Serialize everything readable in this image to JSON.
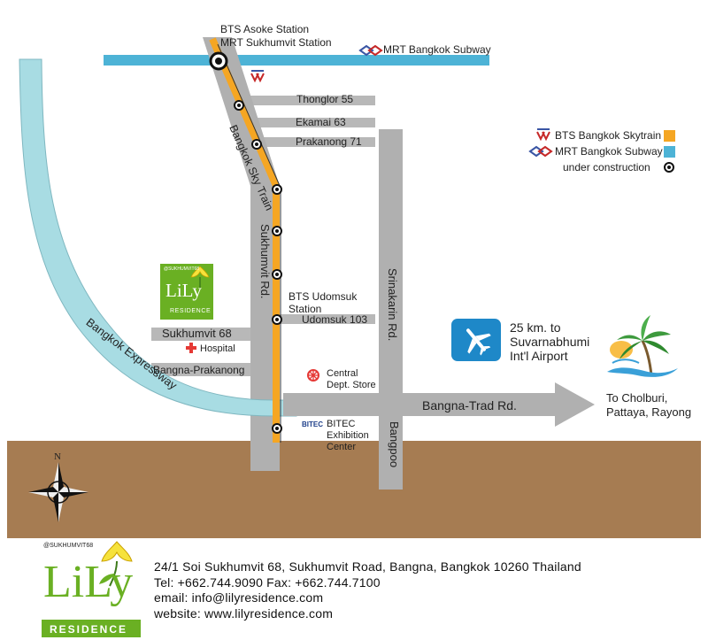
{
  "map": {
    "stations": {
      "asoke": "BTS Asoke Station",
      "sukhumvit": "MRT Sukhumvit Station",
      "udomsuk_1": "BTS Udomsuk",
      "udomsuk_2": "Station"
    },
    "subway_label": "MRT Bangkok Subway",
    "skytrain_label": "Bangkok Sky Train",
    "roads": {
      "thonglor": "Thonglor 55",
      "ekamai": "Ekamai 63",
      "prakanong": "Prakanong 71",
      "udomsuk": "Udomsuk 103",
      "sukhumvit_rd": "Sukhumvit Rd.",
      "srinakarin_rd": "Srinakarin Rd.",
      "sukhumvit68": "Sukhumvit 68",
      "bangna_prakanong": "Bangna-Prakanong",
      "bangna_trad": "Bangna-Trad Rd.",
      "bangpoo": "Bangpoo",
      "expressway": "Bangkok Expressway"
    },
    "landmarks": {
      "hospital": "Hospital",
      "central_1": "Central",
      "central_2": "Dept. Store",
      "bitec_logo": "BITEC",
      "bitec_1": "BITEC",
      "bitec_2": "Exhibition",
      "bitec_3": "Center"
    },
    "airport": {
      "line1": "25 km. to",
      "line2": "Suvarnabhumi",
      "line3": "Int'l Airport"
    },
    "destination": {
      "line1": "To Cholburi,",
      "line2": "Pattaya, Rayong"
    },
    "legend": {
      "skytrain": "BTS Bangkok Skytrain",
      "subway": "MRT Bangkok Subway",
      "construction": "under construction"
    },
    "compass_n": "N"
  },
  "logo_small": {
    "tag": "@SUKHUMVIT68",
    "name": "LiLy",
    "sub": "RESIDENCE"
  },
  "footer": {
    "logo_tag": "@SUKHUMVIT68",
    "logo_name": "LiLy",
    "logo_sub": "RESIDENCE",
    "address": "24/1 Soi Sukhumvit 68, Sukhumvit Road, Bangna, Bangkok 10260 Thailand",
    "tel": "Tel: +662.744.9090  Fax: +662.744.7100",
    "email": "email: info@lilyresidence.com",
    "website": "website: www.lilyresidence.com"
  },
  "colors": {
    "skytrain": "#f5a623",
    "subway": "#4db3d6",
    "expressway": "#a8dce3",
    "road": "#b0b0b0",
    "ground": "#a67c52",
    "logo_green": "#6ab023",
    "airport_blue": "#1e88c8"
  }
}
